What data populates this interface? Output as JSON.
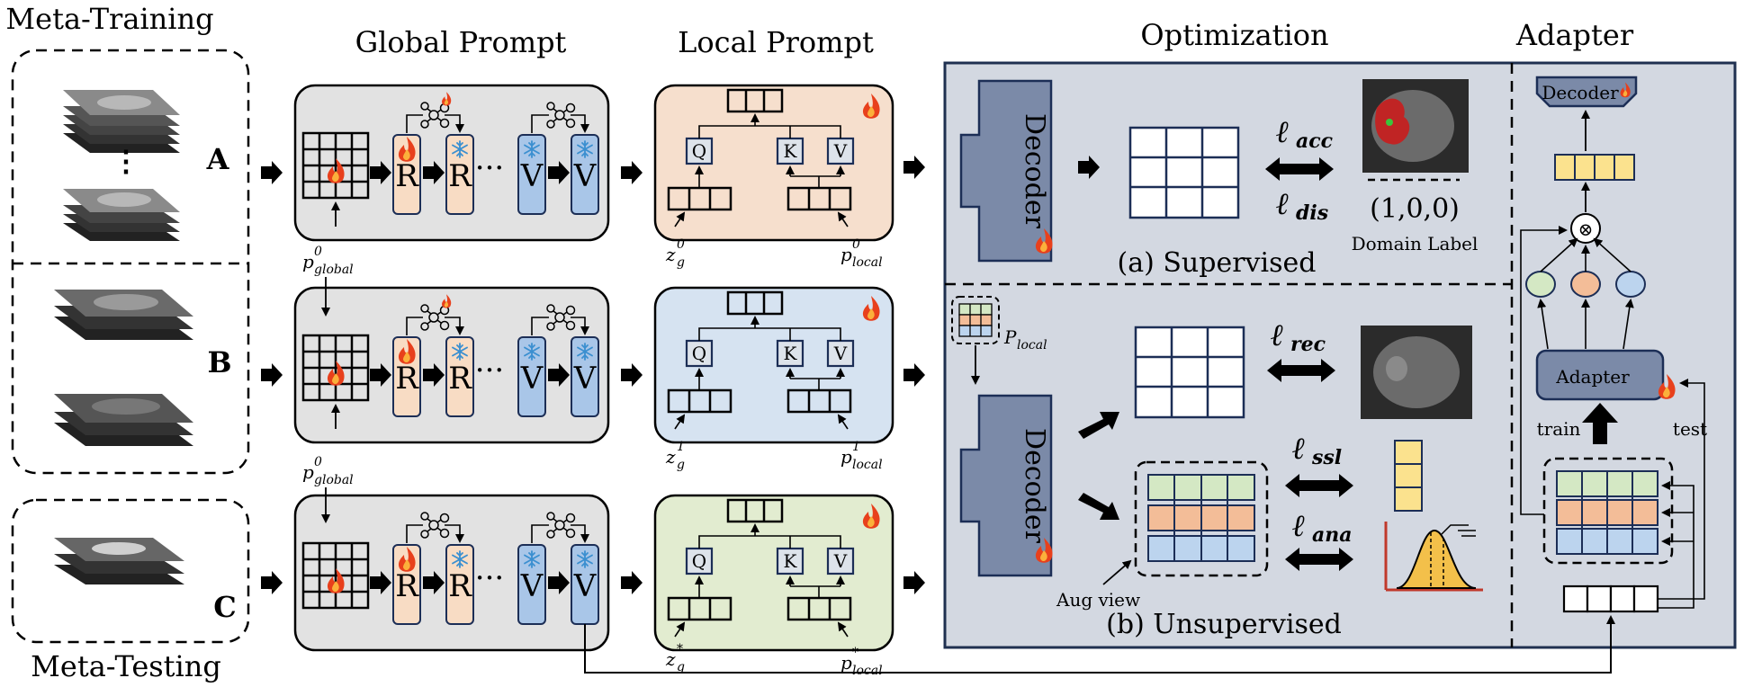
{
  "sections": {
    "meta_training": "Meta-Training",
    "meta_testing": "Meta-Testing",
    "global_prompt": "Global Prompt",
    "local_prompt": "Local Prompt",
    "optimization": "Optimization",
    "adapter": "Adapter"
  },
  "domains": [
    "A",
    "B",
    "C"
  ],
  "blocks": {
    "r": "R",
    "v": "V",
    "q": "Q",
    "k": "K",
    "v_local": "V",
    "dots": "···"
  },
  "symbols": {
    "p_global_base": "p",
    "p_global_sup": "0",
    "p_global_sub": "global",
    "p_local_base": "p",
    "p_local_sub": "local",
    "z_base": "z",
    "z_sub": "g",
    "row_sups": [
      "0",
      "1",
      "*"
    ],
    "P_local_base": "P",
    "P_local_sub": "local"
  },
  "losses": {
    "l_acc": {
      "base": "ℓ",
      "sub": "acc"
    },
    "l_dis": {
      "base": "ℓ",
      "sub": "dis"
    },
    "l_rec": {
      "base": "ℓ",
      "sub": "rec"
    },
    "l_ssl": {
      "base": "ℓ",
      "sub": "ssl"
    },
    "l_ana": {
      "base": "ℓ",
      "sub": "ana"
    }
  },
  "optimization": {
    "decoder": "Decoder",
    "domain_vector": "(1,0,0)",
    "domain_label": "Domain Label",
    "supervised": "(a) Supervised",
    "unsupervised": "(b) Unsupervised",
    "aug_view": "Aug view"
  },
  "adapter_panel": {
    "decoder": "Decoder",
    "adapter_box": "Adapter",
    "train": "train",
    "test": "test",
    "multiply": "⊗"
  },
  "colors": {
    "panel_bg": "#d3d8e1",
    "panel_border": "#1f3050",
    "decoder_fill": "#7b8aa8",
    "global_box": "#e2e2e2",
    "local_row1": "#f6dfcd",
    "local_row2": "#d6e3f1",
    "local_row3": "#e2ecd0",
    "r_block": "#f8dcc4",
    "v_block": "#a9c6e8",
    "flame": "#e8401c",
    "green": "#d4e8c4",
    "orange": "#f3bd98",
    "blue": "#bcd4ee",
    "yellow": "#fbe28e"
  },
  "icons": [
    "flame-icon",
    "snowflake-icon",
    "gear-cluster-icon",
    "ct-scan-stack-icon",
    "gaussian-curve-icon"
  ]
}
